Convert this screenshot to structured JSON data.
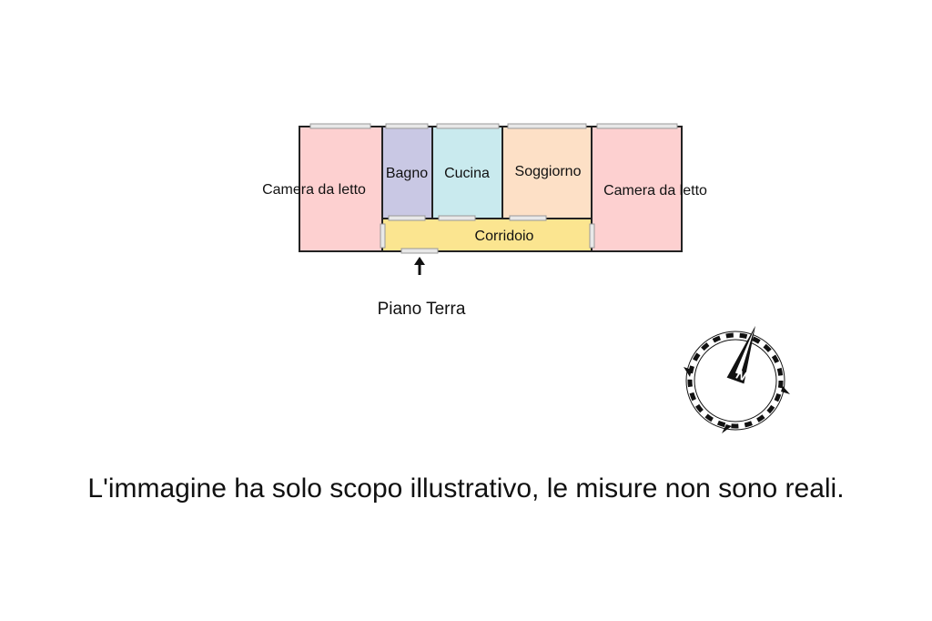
{
  "rooms": [
    {
      "name": "Camera da letto",
      "color": "#fdd0d0"
    },
    {
      "name": "Bagno",
      "color": "#c9c8e4"
    },
    {
      "name": "Cucina",
      "color": "#c9eaee"
    },
    {
      "name": "Soggiorno",
      "color": "#fde0c6"
    },
    {
      "name": "Camera da letto",
      "color": "#fdd0d0"
    },
    {
      "name": "Corridoio",
      "color": "#fbe590"
    }
  ],
  "floor_label": "Piano Terra",
  "compass": {
    "north_label": "N",
    "icon": "compass-rose-icon"
  },
  "entrance": {
    "icon": "up-arrow-icon"
  },
  "disclaimer": "L'immagine ha solo scopo illustrativo, le misure non sono reali."
}
